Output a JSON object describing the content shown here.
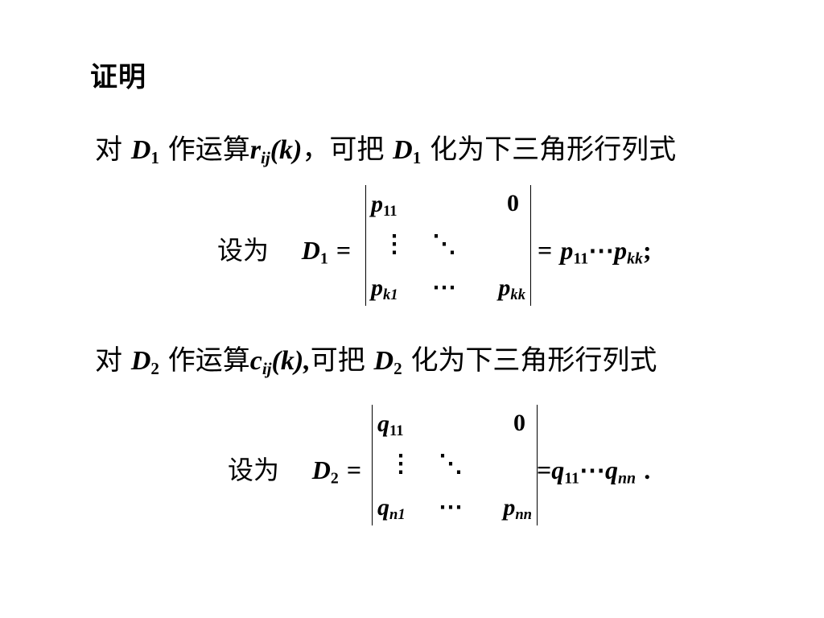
{
  "title": "证明",
  "line1": {
    "p1": "对",
    "D": "D",
    "D_sub": "1",
    "p2": "作运算",
    "r": "r",
    "r_sub": "ij",
    "arg": "(k)",
    "p3": "，可把",
    "D2": "D",
    "D2_sub": "1",
    "p4": "化为下三角形行列式"
  },
  "eq1": {
    "prefix": "设为",
    "D": "D",
    "D_sub": "1",
    "eq": "=",
    "c11": "p",
    "c11_sub": "11",
    "c1n": "0",
    "vdots": "⋮",
    "ddots": "⋱",
    "cn1": "p",
    "cn1_sub": "k1",
    "hdots": "⋯",
    "cnn": "p",
    "cnn_sub": "kk",
    "rhs_eq": "=",
    "r1": "p",
    "r1_sub": "11",
    "rdots": "⋯",
    "r2": "p",
    "r2_sub": "kk",
    "end": ";"
  },
  "line2": {
    "p1": "对",
    "D": "D",
    "D_sub": "2",
    "p2": "作运算",
    "c": "c",
    "c_sub": "ij",
    "arg": "(k),",
    "p3": "可把",
    "D2": "D",
    "D2_sub": "2",
    "p4": "化为下三角形行列式"
  },
  "eq2": {
    "prefix": "设为",
    "D": "D",
    "D_sub": "2",
    "eq": "=",
    "c11": "q",
    "c11_sub": "11",
    "c1n": "0",
    "vdots": "⋮",
    "ddots": "⋱",
    "cn1": "q",
    "cn1_sub": "n1",
    "hdots": "⋯",
    "cnn": "p",
    "cnn_sub": "nn",
    "rhs_eq": "=",
    "r1": "q",
    "r1_sub": "11",
    "rdots": "⋯",
    "r2": "q",
    "r2_sub": "nn",
    "end": "."
  }
}
